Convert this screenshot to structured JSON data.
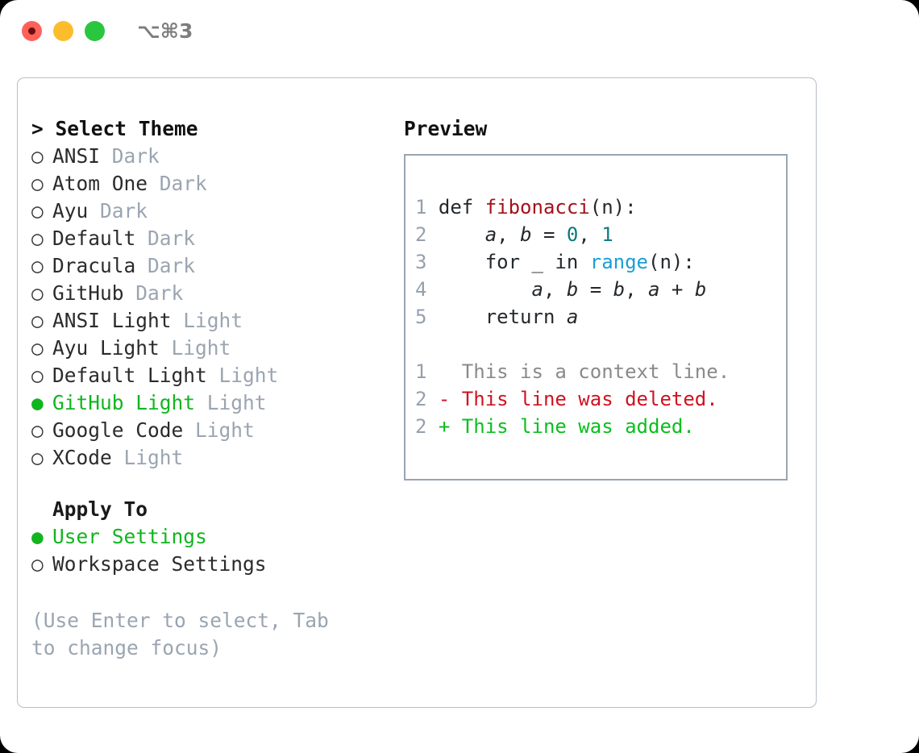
{
  "titlebar": {
    "shortcut": "⌥⌘3",
    "buttons": [
      {
        "name": "close",
        "color": "#ff6159"
      },
      {
        "name": "minimize",
        "color": "#fcbc2c"
      },
      {
        "name": "maximize",
        "color": "#29c63f"
      }
    ]
  },
  "theme_list": {
    "heading": "> Select Theme",
    "markers": {
      "selected": "●",
      "unselected": "○"
    },
    "items": [
      {
        "marker": "○",
        "label": "ANSI",
        "suffix": "Dark",
        "selected": false
      },
      {
        "marker": "○",
        "label": "Atom One",
        "suffix": "Dark",
        "selected": false
      },
      {
        "marker": "○",
        "label": "Ayu",
        "suffix": "Dark",
        "selected": false
      },
      {
        "marker": "○",
        "label": "Default",
        "suffix": "Dark",
        "selected": false
      },
      {
        "marker": "○",
        "label": "Dracula",
        "suffix": "Dark",
        "selected": false
      },
      {
        "marker": "○",
        "label": "GitHub",
        "suffix": "Dark",
        "selected": false
      },
      {
        "marker": "○",
        "label": "ANSI Light",
        "suffix": "Light",
        "selected": false
      },
      {
        "marker": "○",
        "label": "Ayu Light",
        "suffix": "Light",
        "selected": false
      },
      {
        "marker": "○",
        "label": "Default Light",
        "suffix": "Light",
        "selected": false
      },
      {
        "marker": "●",
        "label": "GitHub Light",
        "suffix": "Light",
        "selected": true
      },
      {
        "marker": "○",
        "label": "Google Code",
        "suffix": "Light",
        "selected": false
      },
      {
        "marker": "○",
        "label": "XCode",
        "suffix": "Light",
        "selected": false
      }
    ]
  },
  "apply_to": {
    "heading": "Apply To",
    "items": [
      {
        "marker": "●",
        "label": "User Settings",
        "selected": true
      },
      {
        "marker": "○",
        "label": "Workspace Settings",
        "selected": false
      }
    ]
  },
  "hint": "(Use Enter to select, Tab to change focus)",
  "preview": {
    "title": "Preview",
    "code_lines": [
      {
        "num": "1",
        "tokens": [
          {
            "t": "def ",
            "c": "tok-def"
          },
          {
            "t": "fibonacci",
            "c": "tok-fn"
          },
          {
            "t": "(n):",
            "c": "tok-def"
          }
        ]
      },
      {
        "num": "2",
        "tokens": [
          {
            "t": "    ",
            "c": "tok-def"
          },
          {
            "t": "a",
            "c": "tok-var"
          },
          {
            "t": ", ",
            "c": "tok-def"
          },
          {
            "t": "b",
            "c": "tok-var"
          },
          {
            "t": " = ",
            "c": "tok-def"
          },
          {
            "t": "0",
            "c": "tok-num"
          },
          {
            "t": ", ",
            "c": "tok-def"
          },
          {
            "t": "1",
            "c": "tok-num2"
          }
        ]
      },
      {
        "num": "3",
        "tokens": [
          {
            "t": "    for _ in ",
            "c": "tok-def"
          },
          {
            "t": "range",
            "c": "tok-builtin"
          },
          {
            "t": "(n):",
            "c": "tok-def"
          }
        ]
      },
      {
        "num": "4",
        "tokens": [
          {
            "t": "        ",
            "c": "tok-def"
          },
          {
            "t": "a",
            "c": "tok-var"
          },
          {
            "t": ", ",
            "c": "tok-def"
          },
          {
            "t": "b",
            "c": "tok-var"
          },
          {
            "t": " = ",
            "c": "tok-def"
          },
          {
            "t": "b",
            "c": "tok-var"
          },
          {
            "t": ", ",
            "c": "tok-def"
          },
          {
            "t": "a",
            "c": "tok-var"
          },
          {
            "t": " + ",
            "c": "tok-def"
          },
          {
            "t": "b",
            "c": "tok-var"
          }
        ]
      },
      {
        "num": "5",
        "tokens": [
          {
            "t": "    return ",
            "c": "tok-def"
          },
          {
            "t": "a",
            "c": "tok-var"
          }
        ]
      }
    ],
    "diff_lines": [
      {
        "num": "1",
        "sign": "  ",
        "text": "This is a context line.",
        "kind": "diff-ctx"
      },
      {
        "num": "2",
        "sign": "- ",
        "text": "This line was deleted.",
        "kind": "diff-del"
      },
      {
        "num": "2",
        "sign": "+ ",
        "text": "This line was added.",
        "kind": "diff-add"
      }
    ]
  },
  "colors": {
    "accent_green": "#11b51f",
    "muted_gray": "#9aa5b1",
    "border": "#b6bdc8",
    "preview_border": "#9aa5b1",
    "diff_delete": "#cf1322",
    "diff_add": "#0bbf1d",
    "function_name": "#a3121a",
    "builtin": "#1a9fd4",
    "number": "#0b7a78"
  }
}
